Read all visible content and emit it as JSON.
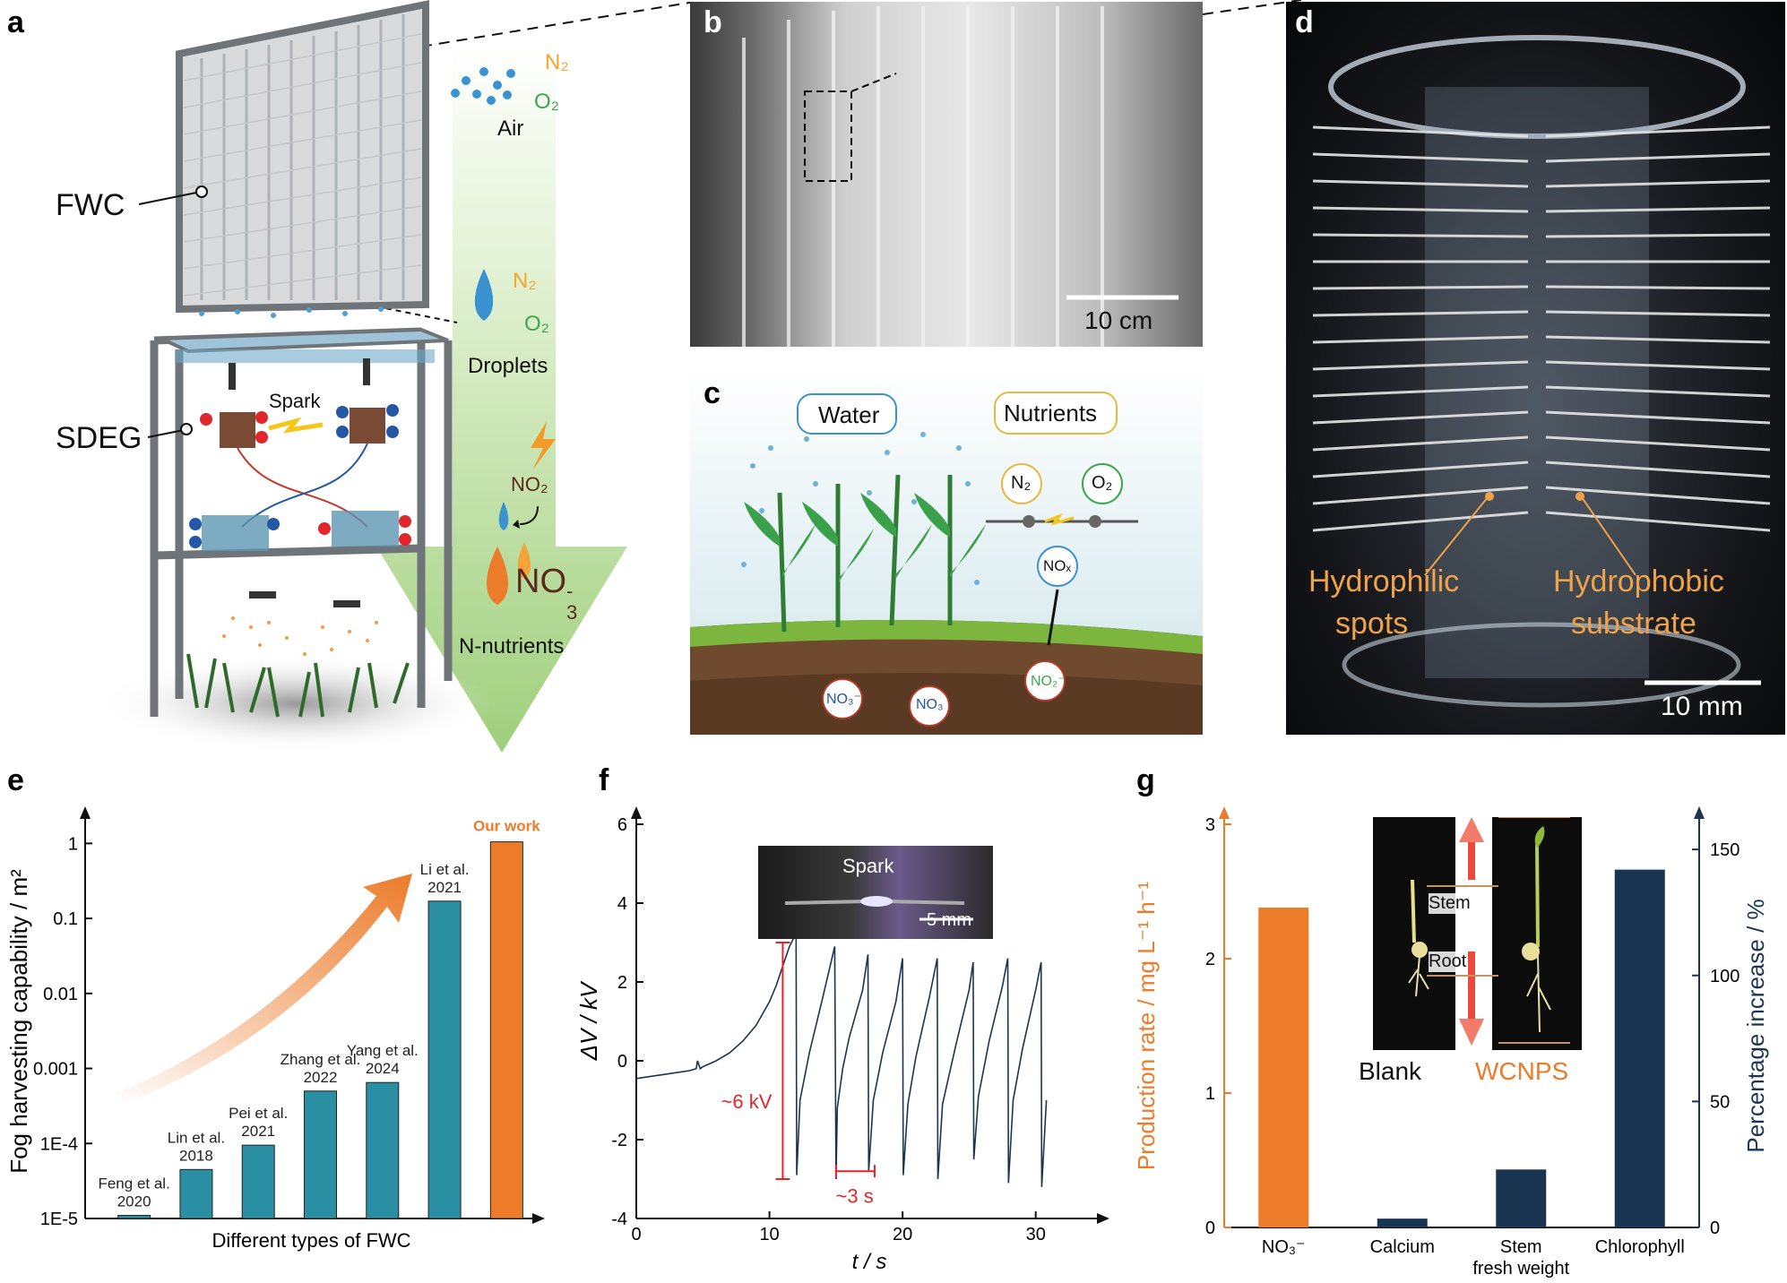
{
  "panels": {
    "a": "a",
    "b": "b",
    "c": "c",
    "d": "d",
    "e": "e",
    "f": "f",
    "g": "g"
  },
  "panel_a": {
    "fwc": "FWC",
    "sdeg": "SDEG",
    "spark": "Spark",
    "n2": "N₂",
    "o2": "O₂",
    "air": "Air",
    "droplets": "Droplets",
    "no2": "NO₂",
    "no3_main": "NO",
    "no3_sub": "3",
    "no3_sup": "-",
    "n_nutrients": "N-nutrients"
  },
  "panel_b": {
    "scale": "10 cm"
  },
  "panel_c": {
    "water": "Water",
    "nutrients": "Nutrients",
    "n2": "N₂",
    "o2": "O₂",
    "nox": "NOₓ",
    "no3_a": "NO₃⁻",
    "no3_b": "NO₃",
    "no2": "NO₂⁻"
  },
  "panel_d": {
    "hydrophilic_1": "Hydrophilic",
    "hydrophilic_2": "spots",
    "hydrophobic_1": "Hydrophobic",
    "hydrophobic_2": "substrate",
    "scale": "10 mm"
  },
  "colors": {
    "teal": "#2b8fa3",
    "orange": "#ec7b2a",
    "navy": "#1a3552",
    "red": "#e3262c",
    "green_arrow": "#a8d486"
  },
  "chart_data": [
    {
      "type": "bar",
      "panel": "e",
      "ylabel": "Fog harvesting capability / m²",
      "xlabel": "Different types of FWC",
      "yscale": "log",
      "ylim": [
        1e-05,
        1.8
      ],
      "ytick_labels": [
        "1E-5",
        "1E-4",
        "0.001",
        "0.01",
        "0.1",
        "1"
      ],
      "ytick_values": [
        1e-05,
        0.0001,
        0.001,
        0.01,
        0.1,
        1
      ],
      "categories": [
        "Feng et al.\n2020",
        "Lin et al.\n2018",
        "Pei et al.\n2021",
        "Zhang et al.\n2022",
        "Yang et al.\n2024",
        "Li et al.\n2021",
        "Our work"
      ],
      "values": [
        1.1e-05,
        4.5e-05,
        9.5e-05,
        0.0005,
        0.00065,
        0.17,
        1.05
      ],
      "bar_colors": [
        "#2b8fa3",
        "#2b8fa3",
        "#2b8fa3",
        "#2b8fa3",
        "#2b8fa3",
        "#2b8fa3",
        "#ec7b2a"
      ]
    },
    {
      "type": "line",
      "panel": "f",
      "ylabel": "ΔV / kV",
      "xlabel": "t / s",
      "xlim": [
        0,
        35
      ],
      "ylim": [
        -4,
        6
      ],
      "xticks": [
        0,
        10,
        20,
        30
      ],
      "yticks": [
        -4,
        -2,
        0,
        2,
        4,
        6
      ],
      "annotations": [
        "~6 kV",
        "~3 s"
      ],
      "inset_label": "Spark",
      "inset_scale": "5 mm",
      "series": [
        {
          "x": [
            0,
            1,
            2,
            3,
            4,
            4.5,
            4.6,
            4.8,
            5,
            6,
            7,
            8,
            9,
            10,
            10.5,
            11,
            11.5,
            11.8,
            12,
            12.05,
            12.3,
            13,
            14,
            14.9,
            15,
            15.1,
            15.5,
            16,
            17,
            17.4,
            17.45,
            17.8,
            18.5,
            19.5,
            20,
            20.05,
            20.4,
            21,
            22,
            22.6,
            22.65,
            23,
            24,
            25,
            25.3,
            25.35,
            25.7,
            26.5,
            27.5,
            27.9,
            27.95,
            28.3,
            29,
            30,
            30.4,
            30.45,
            30.8
          ],
          "y": [
            -0.45,
            -0.4,
            -0.35,
            -0.3,
            -0.25,
            -0.2,
            0.0,
            -0.2,
            -0.15,
            0.0,
            0.2,
            0.5,
            0.9,
            1.5,
            1.9,
            2.4,
            2.9,
            3.1,
            3.2,
            -2.9,
            -1.0,
            0.2,
            1.6,
            2.9,
            -3.0,
            -1.2,
            -0.2,
            0.6,
            1.8,
            2.7,
            -2.8,
            -1.0,
            0.2,
            1.5,
            2.6,
            -2.9,
            -1.1,
            0.1,
            1.6,
            2.6,
            -3.0,
            -1.1,
            0.4,
            1.8,
            2.5,
            -2.5,
            -0.9,
            0.5,
            1.9,
            2.6,
            -3.1,
            -1.0,
            0.3,
            1.8,
            2.5,
            -3.2,
            -1.0
          ]
        }
      ]
    },
    {
      "type": "bar",
      "panel": "g",
      "ylabel_left": "Production rate / mg L⁻¹ h⁻¹",
      "ylabel_right": "Percentage increase / %",
      "ylim_left": [
        0,
        3
      ],
      "ylim_right": [
        0,
        160
      ],
      "yticks_left": [
        0,
        1,
        2,
        3
      ],
      "yticks_right": [
        0,
        50,
        100,
        150
      ],
      "categories": [
        "NO₃⁻",
        "Calcium",
        "Stem\nfresh weight",
        "Chlorophyll"
      ],
      "series": [
        {
          "name": "",
          "axis": "left",
          "values": [
            2.38,
            null,
            null,
            null
          ],
          "color": "#ec7b2a"
        },
        {
          "name": "",
          "axis": "right",
          "values": [
            null,
            3.5,
            23,
            142
          ],
          "color": "#1a3552"
        }
      ],
      "inset_labels": {
        "stem": "Stem",
        "root": "Root",
        "blank": "Blank",
        "wcnps": "WCNPS"
      }
    }
  ]
}
